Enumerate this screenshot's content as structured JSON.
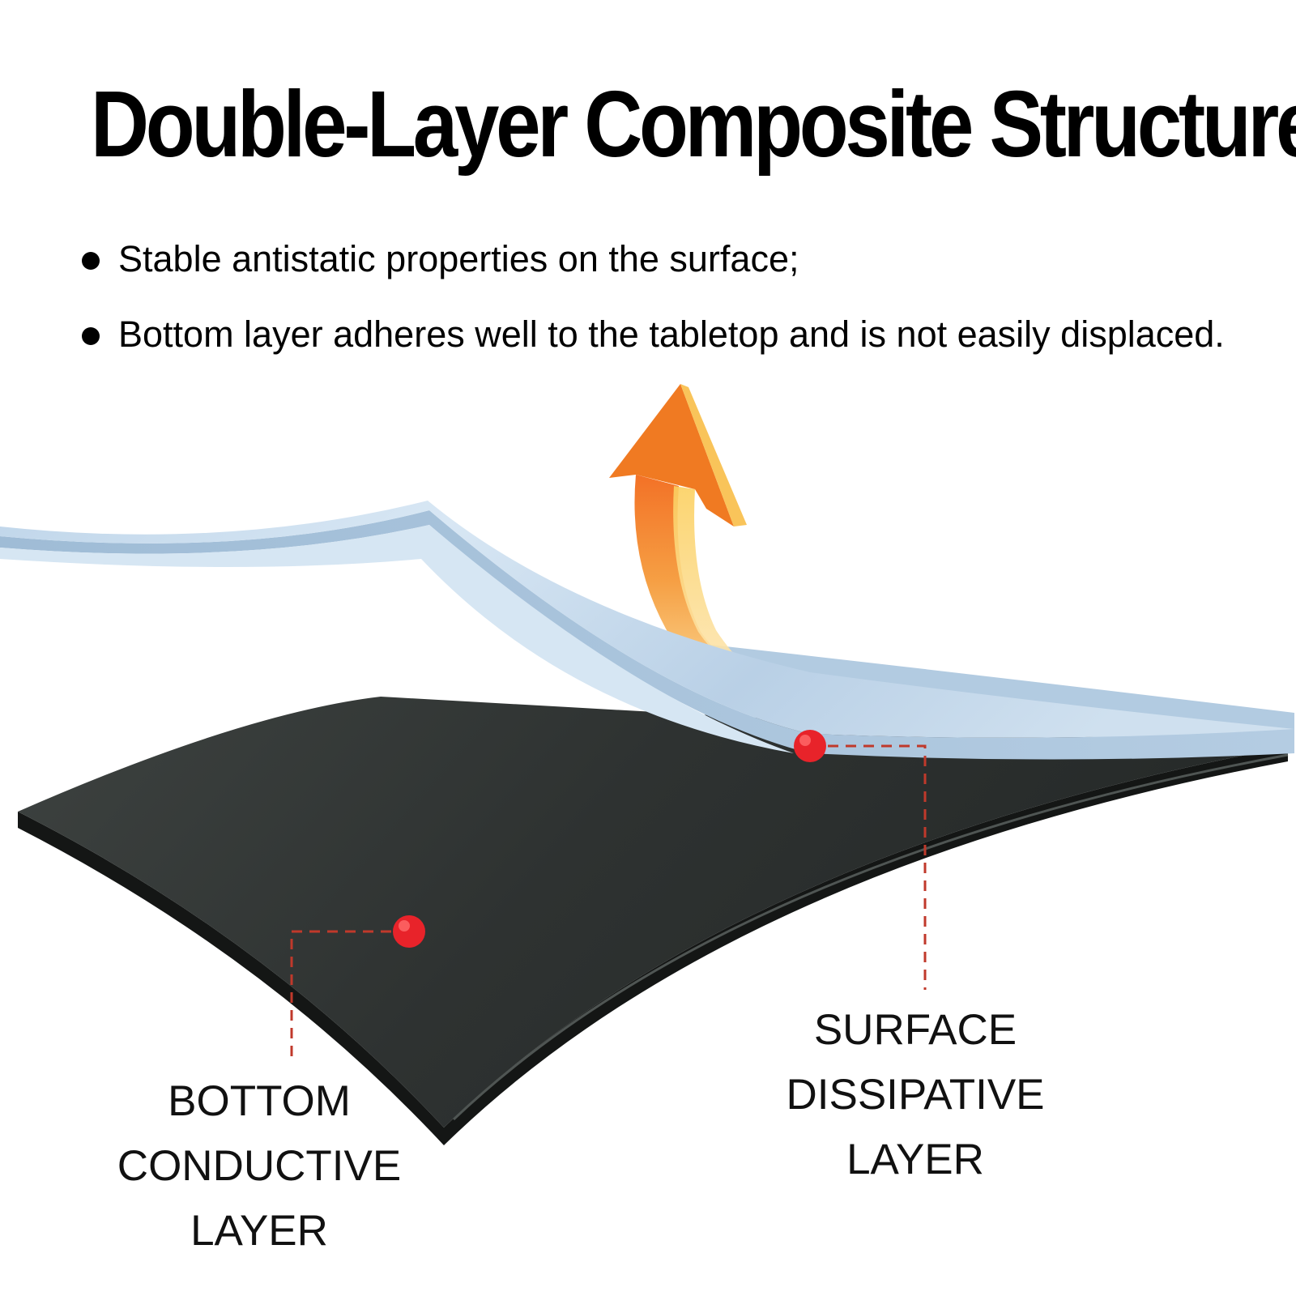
{
  "title": "Double-Layer Composite Structure",
  "bullets": [
    "Stable antistatic properties on the surface;",
    "Bottom layer adheres well to the tabletop and is not easily displaced."
  ],
  "labels": {
    "bottom_layer": "BOTTOM\nCONDUCTIVE\nLAYER",
    "surface_layer": "SURFACE\nDISSIPATIVE\nLAYER"
  },
  "colors": {
    "surface_layer": "#c7dcee",
    "bottom_layer": "#2c302f",
    "arrow": "#f08a2a",
    "callout_dot": "#e8232a",
    "callout_line": "#c0392b"
  },
  "icons": {
    "lift_arrow": "curved-up-arrow-icon",
    "callout_point": "red-dot-icon"
  }
}
